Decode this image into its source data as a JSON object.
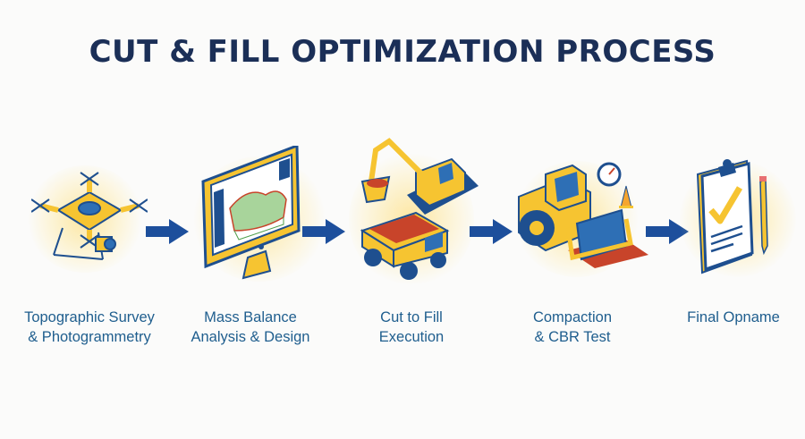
{
  "title": "CUT & FILL OPTIMIZATION PROCESS",
  "colors": {
    "title": "#1b2f57",
    "label": "#1f5e8e",
    "arrow": "#1d4f9c",
    "accent_yellow": "#f6c431",
    "outline_blue": "#1e4f8f",
    "soil_red": "#c8442a"
  },
  "steps": [
    {
      "icon": "drone-icon",
      "line1": "Topographic Survey",
      "line2": "& Photogrammetry"
    },
    {
      "icon": "monitor-terrain-icon",
      "line1": "Mass Balance",
      "line2": "Analysis & Design"
    },
    {
      "icon": "excavator-dump-truck-icon",
      "line1": "Cut to Fill",
      "line2": "Execution"
    },
    {
      "icon": "roller-compactor-icon",
      "line1": "Compaction",
      "line2": "& CBR Test"
    },
    {
      "icon": "clipboard-check-icon",
      "line1": "Final Opname",
      "line2": ""
    }
  ],
  "arrows": [
    "arrow-right-icon",
    "arrow-right-icon",
    "arrow-right-icon",
    "arrow-right-icon"
  ]
}
